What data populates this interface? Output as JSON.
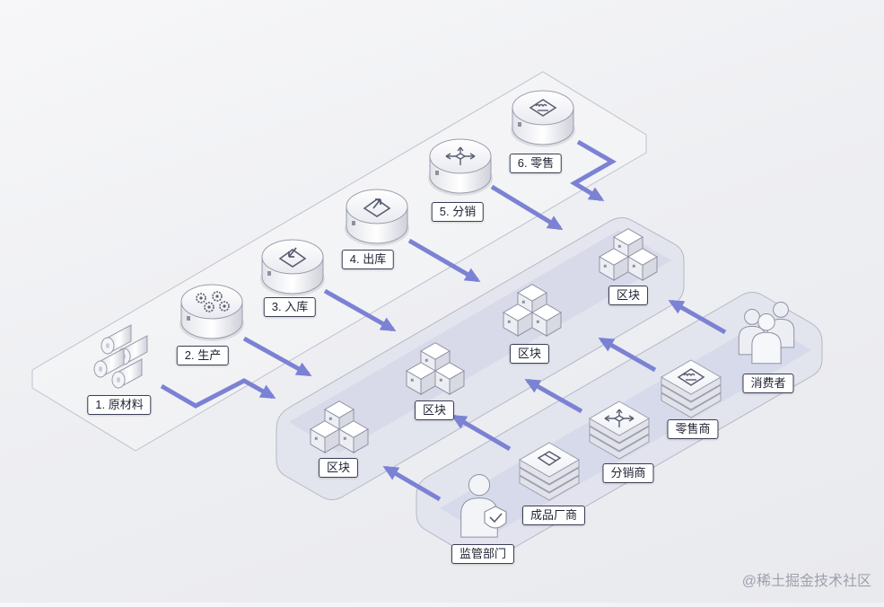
{
  "steps": [
    {
      "label": "1. 原材料",
      "icon": "cylinders-icon"
    },
    {
      "label": "2. 生产",
      "icon": "gears-icon"
    },
    {
      "label": "3. 入库",
      "icon": "inbound-box-icon"
    },
    {
      "label": "4. 出库",
      "icon": "outbound-box-icon"
    },
    {
      "label": "5. 分销",
      "icon": "distribution-arrows-icon"
    },
    {
      "label": "6. 零售",
      "icon": "retail-store-icon"
    }
  ],
  "blocks": [
    {
      "label": "区块"
    },
    {
      "label": "区块"
    },
    {
      "label": "区块"
    },
    {
      "label": "区块"
    }
  ],
  "parties": [
    {
      "label": "监管部门",
      "icon": "regulator-person-icon"
    },
    {
      "label": "成品厂商",
      "icon": "manufacturer-box-icon"
    },
    {
      "label": "分销商",
      "icon": "distributor-arrows-icon"
    },
    {
      "label": "零售商",
      "icon": "retailer-store-icon"
    },
    {
      "label": "消费者",
      "icon": "consumers-group-icon"
    }
  ],
  "watermark": "@稀土掘金技术社区",
  "colors": {
    "arrow": "#7b82d4",
    "chain_band": "#d6d9ea",
    "outline": "#b4b7c6"
  }
}
